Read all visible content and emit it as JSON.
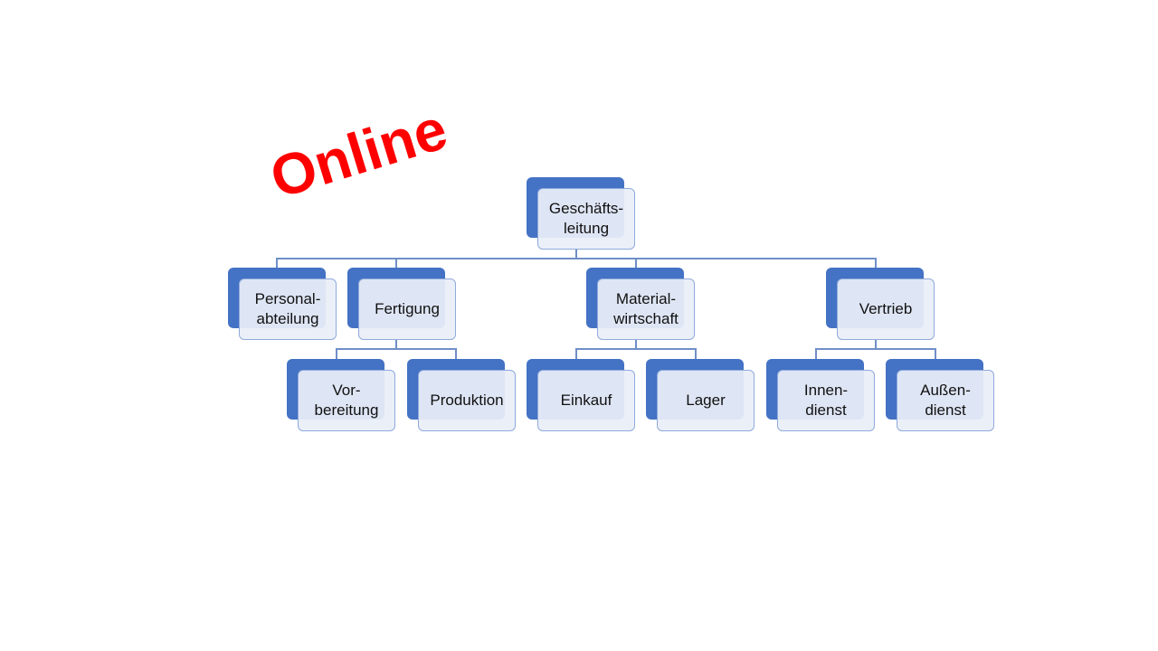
{
  "overlay_text": "Online",
  "root": "Geschäfts-\nleitung",
  "departments": [
    "Personal-\nabteilung",
    "Fertigung",
    "Material-\nwirtschaft",
    "Vertrieb"
  ],
  "sub_fertigung": [
    "Vor-\nbereitung",
    "Produktion"
  ],
  "sub_material": [
    "Einkauf",
    "Lager"
  ],
  "sub_vertrieb": [
    "Innen-\ndienst",
    "Außen-\ndienst"
  ],
  "colors": {
    "accent": "#4472c4",
    "border": "#8faadc",
    "overlay": "#ff0000"
  }
}
